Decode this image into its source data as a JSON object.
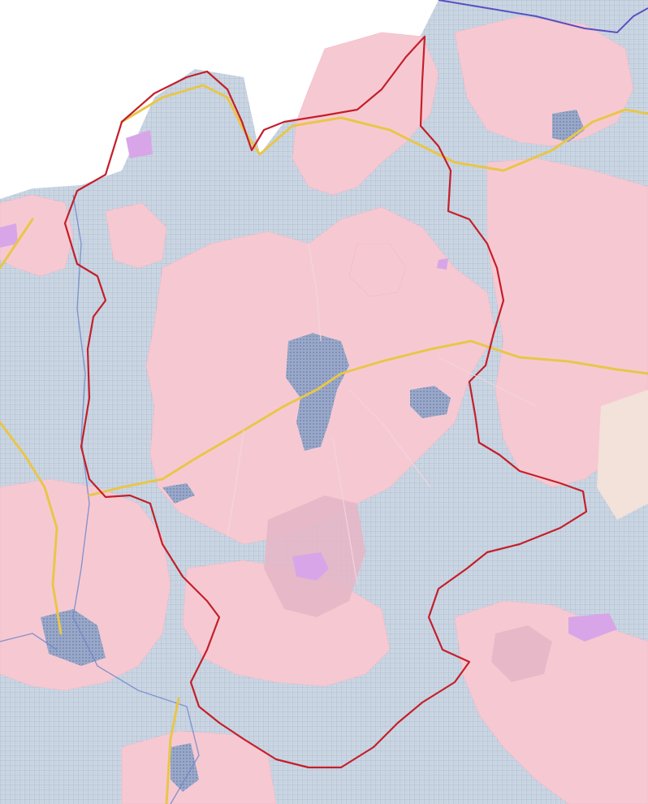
{
  "map": {
    "colors": {
      "background": "#ffffff",
      "forest": "#c7d3e0",
      "forest_grid": "#8ea6c4",
      "settlement": "#f6c9d2",
      "built_up": "#9aa8c8",
      "farmland_dark": "#e6b7c6",
      "industrial": "#d8a6e8",
      "admin_boundary": "#c41f2a",
      "road": "#e8c64a",
      "state_border": "#5a4fc0",
      "river": "#6f86c9",
      "field": "#f2e2d9"
    },
    "legend_items": [
      {
        "name": "municipal-boundary",
        "color": "#c41f2a"
      },
      {
        "name": "main-road",
        "color": "#e8c64a"
      },
      {
        "name": "forest",
        "color": "#c7d3e0"
      },
      {
        "name": "settlement-area",
        "color": "#f6c9d2"
      }
    ]
  }
}
